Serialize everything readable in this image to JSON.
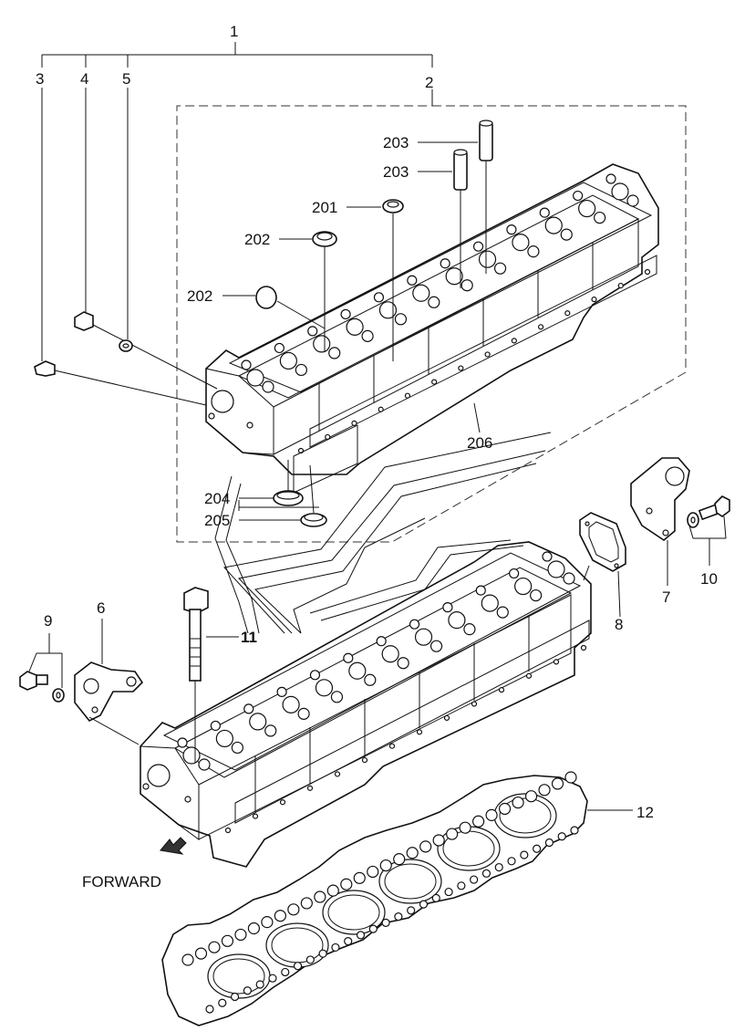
{
  "labels": {
    "l1": "1",
    "l2": "2",
    "l3": "3",
    "l4": "4",
    "l5": "5",
    "l6": "6",
    "l7": "7",
    "l8": "8",
    "l9": "9",
    "l10": "10",
    "l11": "11",
    "l12": "12",
    "l201": "201",
    "l202a": "202",
    "l202b": "202",
    "l203a": "203",
    "l203b": "203",
    "l204": "204",
    "l205": "205",
    "l206": "206"
  },
  "forward": "FORWARD"
}
